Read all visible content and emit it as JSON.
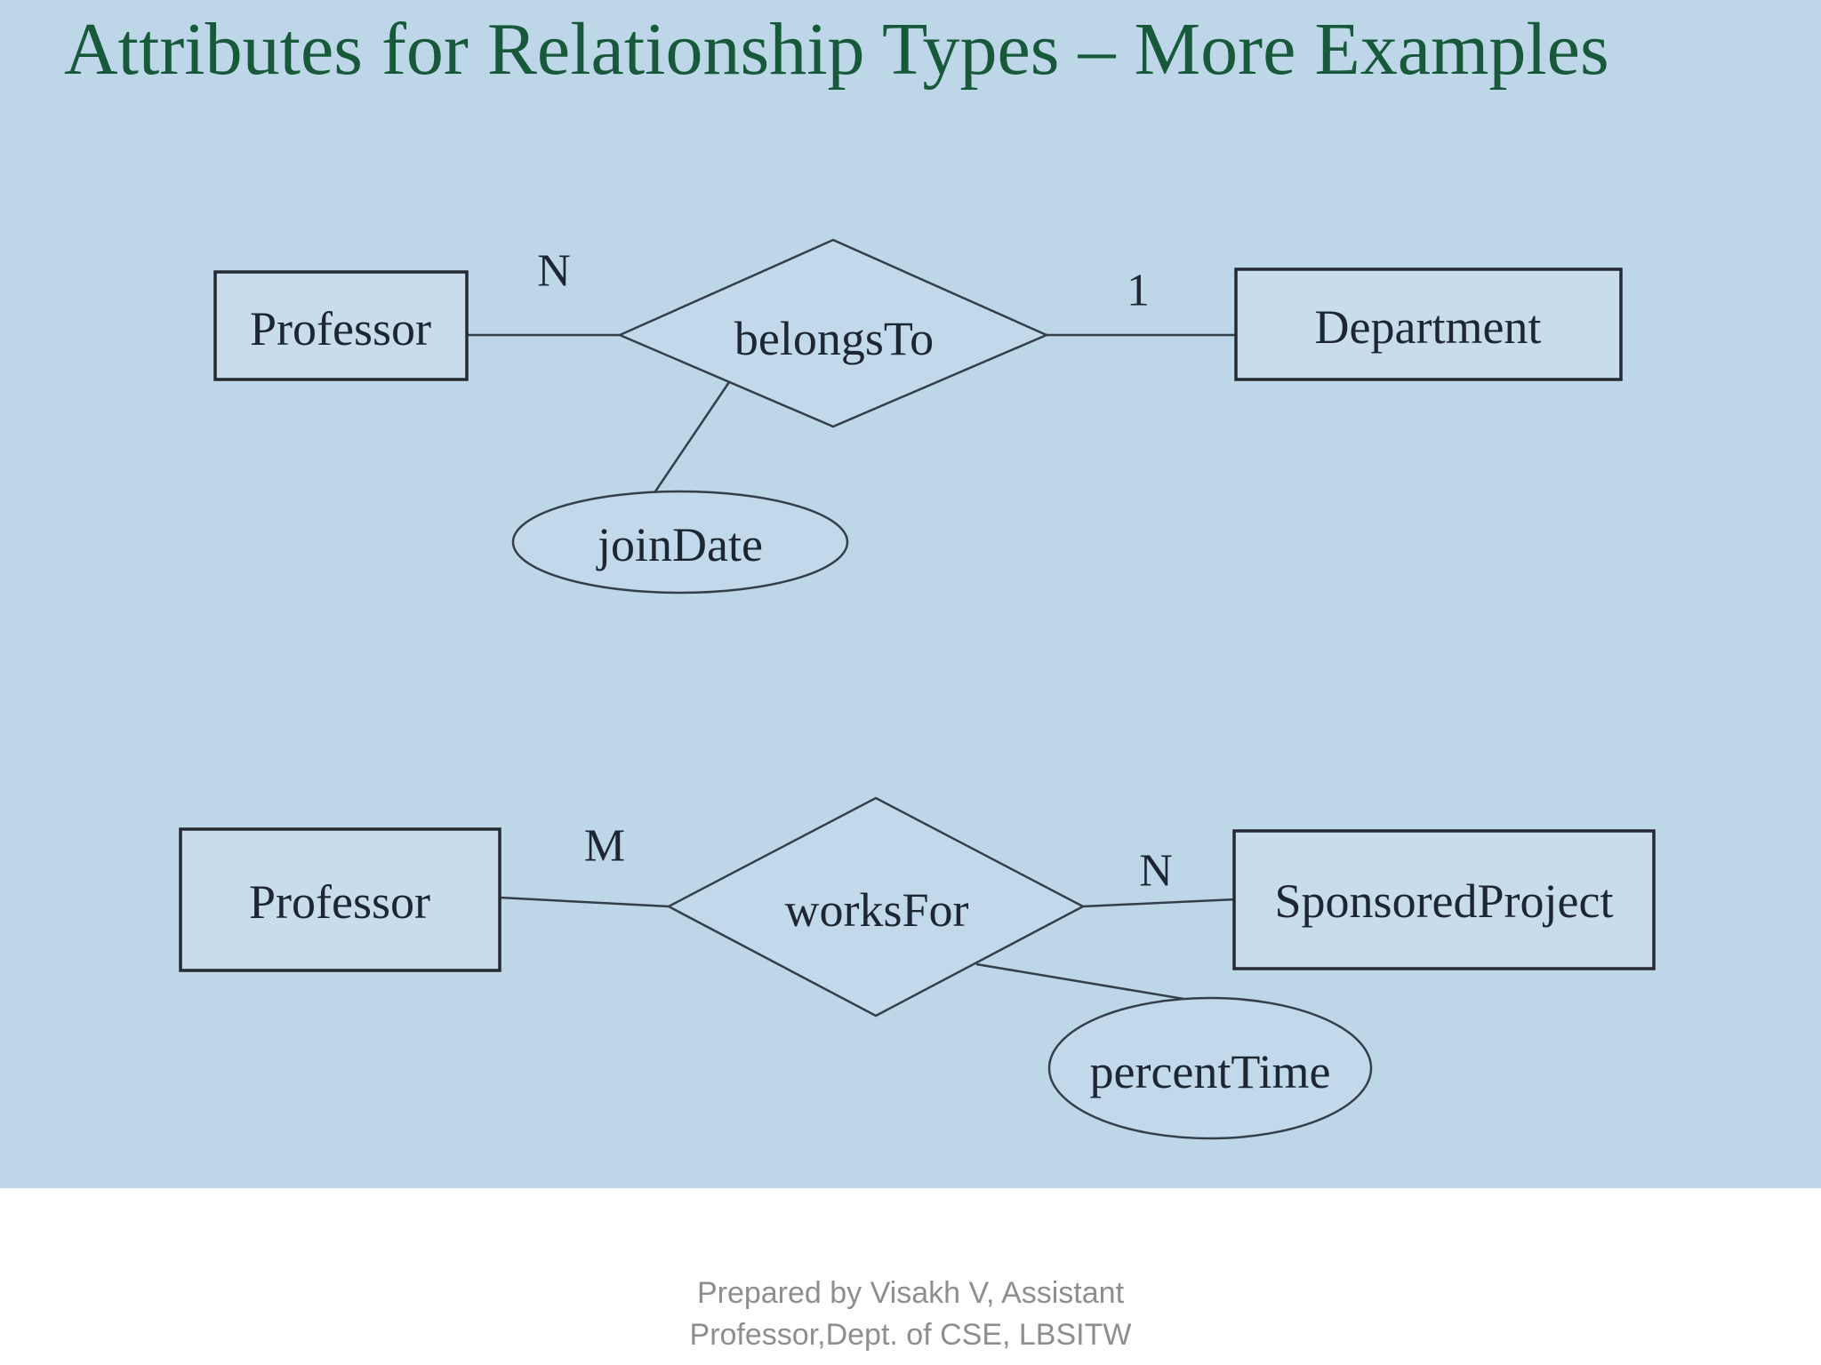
{
  "title": "Attributes for Relationship Types – More Examples",
  "colors": {
    "slide_background": "#bdd7e8",
    "footer_band": "#ffffff",
    "title_text": "#17593a",
    "diagram_text": "#1c2733",
    "shape_stroke": "#333f4a",
    "entity_fill": "#c8dcec",
    "footer_text": "#8e8e8e"
  },
  "diagrams": [
    {
      "left_entity": "Professor",
      "left_cardinality": "N",
      "relationship": "belongsTo",
      "right_cardinality": "1",
      "right_entity": "Department",
      "attribute": "joinDate"
    },
    {
      "left_entity": "Professor",
      "left_cardinality": "M",
      "relationship": "worksFor",
      "right_cardinality": "N",
      "right_entity": "SponsoredProject",
      "attribute": "percentTime"
    }
  ],
  "footer": {
    "line1": "Prepared by Visakh V, Assistant",
    "line2": "Professor,Dept. of CSE, LBSITW"
  }
}
